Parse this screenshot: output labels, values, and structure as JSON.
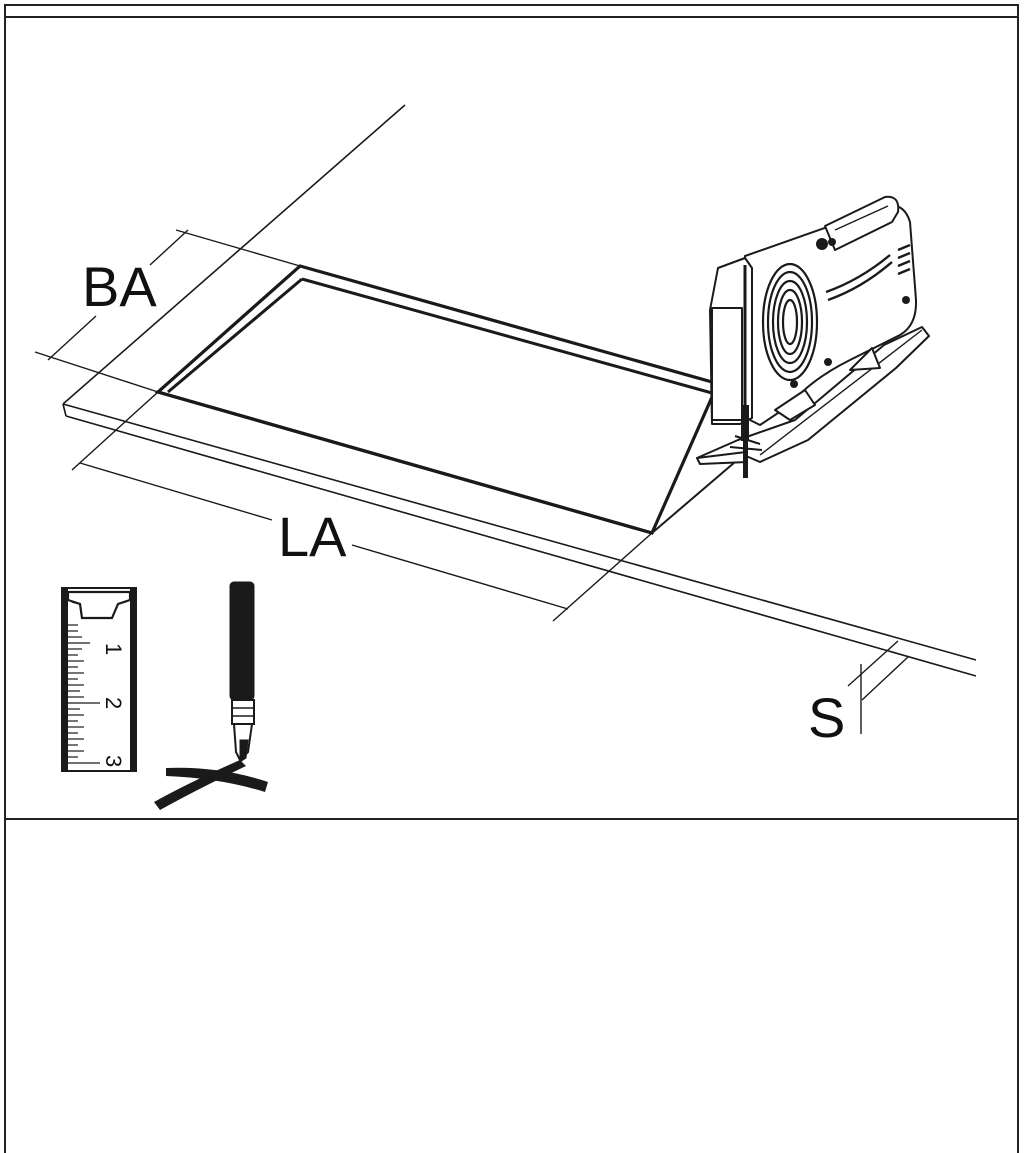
{
  "labels": {
    "depth": "BA",
    "width": "LA",
    "thickness": "S"
  },
  "ruler": {
    "marks": [
      "1",
      "2",
      "3"
    ]
  },
  "colors": {
    "line": "#1a1a1a",
    "background": "#ffffff"
  },
  "icons": [
    "jigsaw-icon",
    "ruler-icon",
    "marker-pen-icon",
    "cross-mark-icon"
  ]
}
